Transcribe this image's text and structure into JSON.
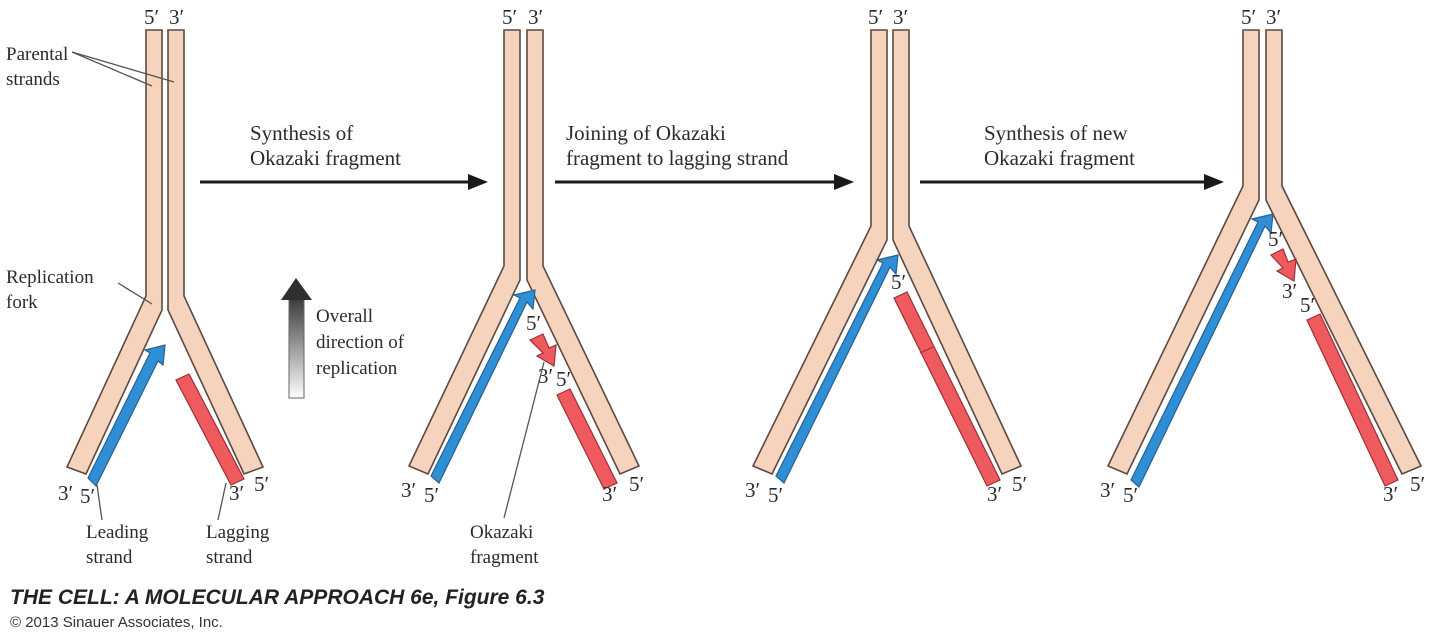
{
  "labels": {
    "five_prime": "5′",
    "three_prime": "3′",
    "parental_line1": "Parental",
    "parental_line2": "strands",
    "replication_line1": "Replication",
    "replication_line2": "fork",
    "direction_line1": "Overall",
    "direction_line2": "direction of",
    "direction_line3": "replication",
    "leading_line1": "Leading",
    "leading_line2": "strand",
    "lagging_line1": "Lagging",
    "lagging_line2": "strand",
    "okazaki_line1": "Okazaki",
    "okazaki_line2": "fragment"
  },
  "steps": [
    {
      "line1": "Synthesis of",
      "line2": "Okazaki fragment"
    },
    {
      "line1": "Joining of Okazaki",
      "line2": "fragment to lagging strand"
    },
    {
      "line1": "Synthesis of new",
      "line2": "Okazaki fragment"
    }
  ],
  "caption": {
    "title": "THE CELL: A MOLECULAR APPROACH 6e, Figure 6.3",
    "copyright": "© 2013 Sinauer Associates, Inc."
  },
  "colors": {
    "parental": "#f6d3bd",
    "leading": "#2f8fd6",
    "lagging": "#ef5a5f"
  }
}
